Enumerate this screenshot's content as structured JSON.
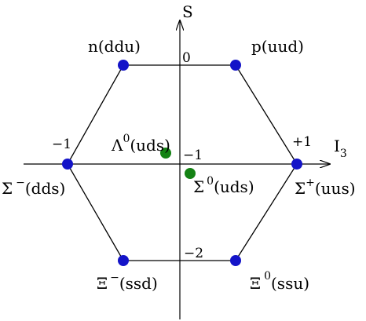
{
  "axes": {
    "vertical_label": "S",
    "horizontal_label": "I",
    "horizontal_label_sub": "3"
  },
  "tick_labels": {
    "s_zero": "0",
    "s_minus_one": "−1",
    "s_minus_two": "−2",
    "i3_minus_one": "−1",
    "i3_plus_one": "+1"
  },
  "particles": {
    "n": {
      "base": "n(ddu)",
      "color": "#1414c8"
    },
    "p": {
      "base": "p(uud)",
      "color": "#1414c8"
    },
    "sigma_minus": {
      "base": "Σ",
      "sup": "−",
      "rest": "(dds)",
      "color": "#1414c8"
    },
    "sigma_plus": {
      "base": "Σ",
      "sup": "+",
      "rest": "(uus)",
      "color": "#1414c8"
    },
    "lambda0": {
      "base": "Λ",
      "sup": "0",
      "rest": "(uds)",
      "color": "#148214"
    },
    "sigma0": {
      "base": "Σ",
      "sup": "0",
      "rest": "(uds)",
      "color": "#148214"
    },
    "xi_minus": {
      "base": "Ξ",
      "sup": "−",
      "rest": "(ssd)",
      "color": "#1414c8"
    },
    "xi0": {
      "base": "Ξ",
      "sup": "0",
      "rest": "(ssu)",
      "color": "#1414c8"
    }
  }
}
